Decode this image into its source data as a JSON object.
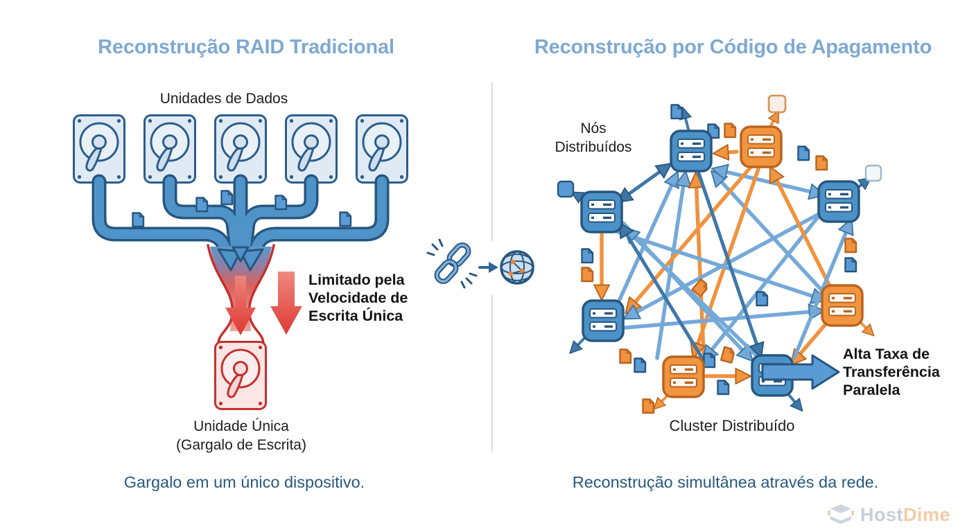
{
  "titles": {
    "left": "Reconstrução RAID Tradicional",
    "right": "Reconstrução por Código de Apagamento"
  },
  "left": {
    "drives_label": "Unidades de Dados",
    "data_drive_count": 5,
    "note_lines": [
      "Limitado pela",
      "Velocidade de",
      "Escrita Única"
    ],
    "single_drive_lines": [
      "Unidade Única",
      "(Gargalo de Escrita)"
    ],
    "caption": "Gargalo em um único dispositivo."
  },
  "center": {
    "icons": [
      "broken-chain",
      "arrow-right",
      "network-globe"
    ]
  },
  "right": {
    "nodes_label_lines": [
      "Nós",
      "Distribuídos"
    ],
    "cluster_label": "Cluster Distribuído",
    "note_lines": [
      "Alta Taxa de",
      "Transferência",
      "Paralela"
    ],
    "caption": "Reconstrução simultânea através da rede.",
    "nodes": [
      {
        "pos": "top-center",
        "color": "blue"
      },
      {
        "pos": "top-right",
        "color": "orange"
      },
      {
        "pos": "upper-left",
        "color": "blue"
      },
      {
        "pos": "upper-right",
        "color": "blue"
      },
      {
        "pos": "lower-left",
        "color": "blue"
      },
      {
        "pos": "lower-right",
        "color": "orange"
      },
      {
        "pos": "bottom-left",
        "color": "orange"
      },
      {
        "pos": "bottom-right",
        "color": "blue"
      }
    ]
  },
  "brand": {
    "host": "Host",
    "dime": "Dime"
  },
  "colors": {
    "title": "#7ea9d2",
    "caption": "#27597f",
    "blue_fill": "#4f93c8",
    "blue_dark": "#27567f",
    "blue_light": "#74a9d8",
    "orange": "#f0923e",
    "orange_dark": "#b9641f",
    "red": "#c5302c",
    "red_arrow": "#e2453f"
  }
}
